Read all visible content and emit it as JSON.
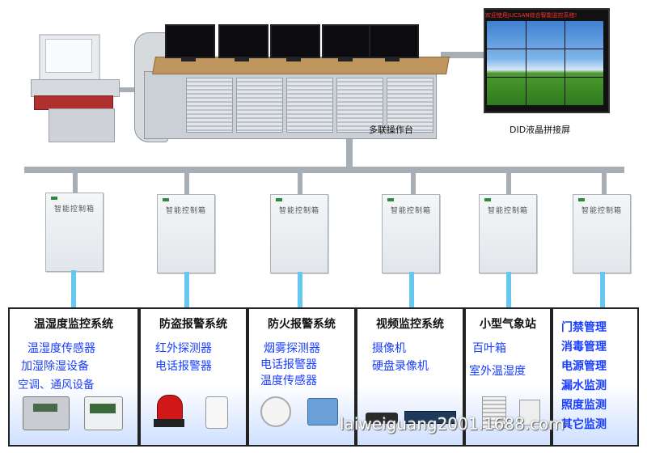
{
  "top": {
    "console_label": "多联操作台",
    "video_wall_label": "DID液晶拼接屏",
    "video_wall_banner": "欢迎使用JUCSAN综合智能监控系统!"
  },
  "control_box_label": "智能控制箱",
  "systems": [
    {
      "title": "温湿度监控系统",
      "items": [
        "温湿度传感器",
        "加湿除湿设备",
        "空调、通风设备"
      ]
    },
    {
      "title": "防盗报警系统",
      "items": [
        "红外探测器",
        "电话报警器"
      ]
    },
    {
      "title": "防火报警系统",
      "items": [
        "烟雾探测器",
        "电话报警器",
        "温度传感器"
      ]
    },
    {
      "title": "视频监控系统",
      "items": [
        "摄像机",
        "硬盘录像机"
      ]
    },
    {
      "title": "小型气象站",
      "items": [
        "百叶箱",
        "室外温湿度"
      ]
    },
    {
      "title": "",
      "items": [
        "门禁管理",
        "消毒管理",
        "电源管理",
        "漏水监测",
        "照度监测",
        "其它监测"
      ]
    }
  ],
  "watermark": "laiweiguang2001.1688.com",
  "colors": {
    "item_text": "#1a3eff",
    "pipe": "#a8aeb6",
    "drop": "#66c8f0",
    "alarm_red": "#d01818"
  }
}
